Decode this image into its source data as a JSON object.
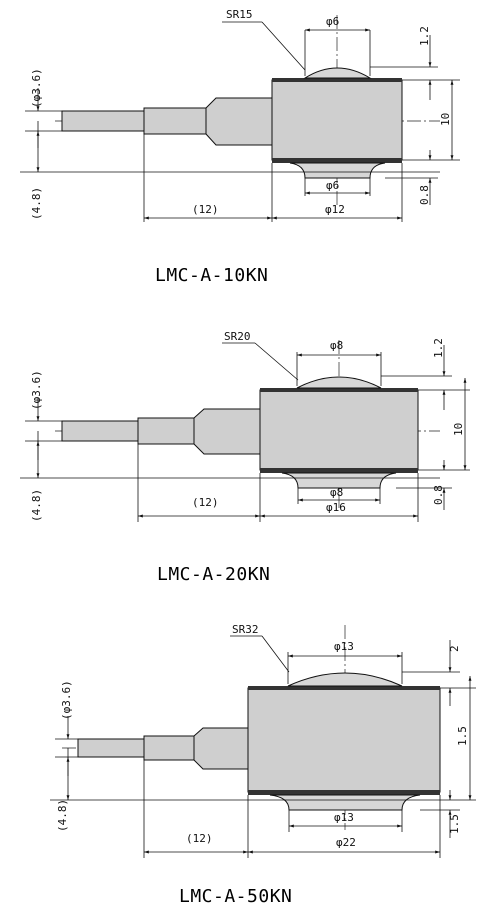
{
  "drawings": [
    {
      "model_label": "LMC-A-10KN",
      "sr_label": "SR15",
      "top_dia": "φ6",
      "bottom_dia": "φ6",
      "body_dia": "φ12",
      "top_height": "1.2",
      "body_height": "10",
      "bottom_height": "0.8",
      "cable_dia": "(φ3.6)",
      "cable_offset": "(4.8)",
      "cable_length": "(12)"
    },
    {
      "model_label": "LMC-A-20KN",
      "sr_label": "SR20",
      "top_dia": "φ8",
      "bottom_dia": "φ8",
      "body_dia": "φ16",
      "top_height": "1.2",
      "body_height": "10",
      "bottom_height": "0.8",
      "cable_dia": "(φ3.6)",
      "cable_offset": "(4.8)",
      "cable_length": "(12)"
    },
    {
      "model_label": "LMC-A-50KN",
      "sr_label": "SR32",
      "top_dia": "φ13",
      "bottom_dia": "φ13",
      "body_dia": "φ22",
      "top_height": "2",
      "body_height": "1.5",
      "bottom_height": "1.5",
      "cable_dia": "(φ3.6)",
      "cable_offset": "(4.8)",
      "cable_length": "(12)"
    }
  ]
}
